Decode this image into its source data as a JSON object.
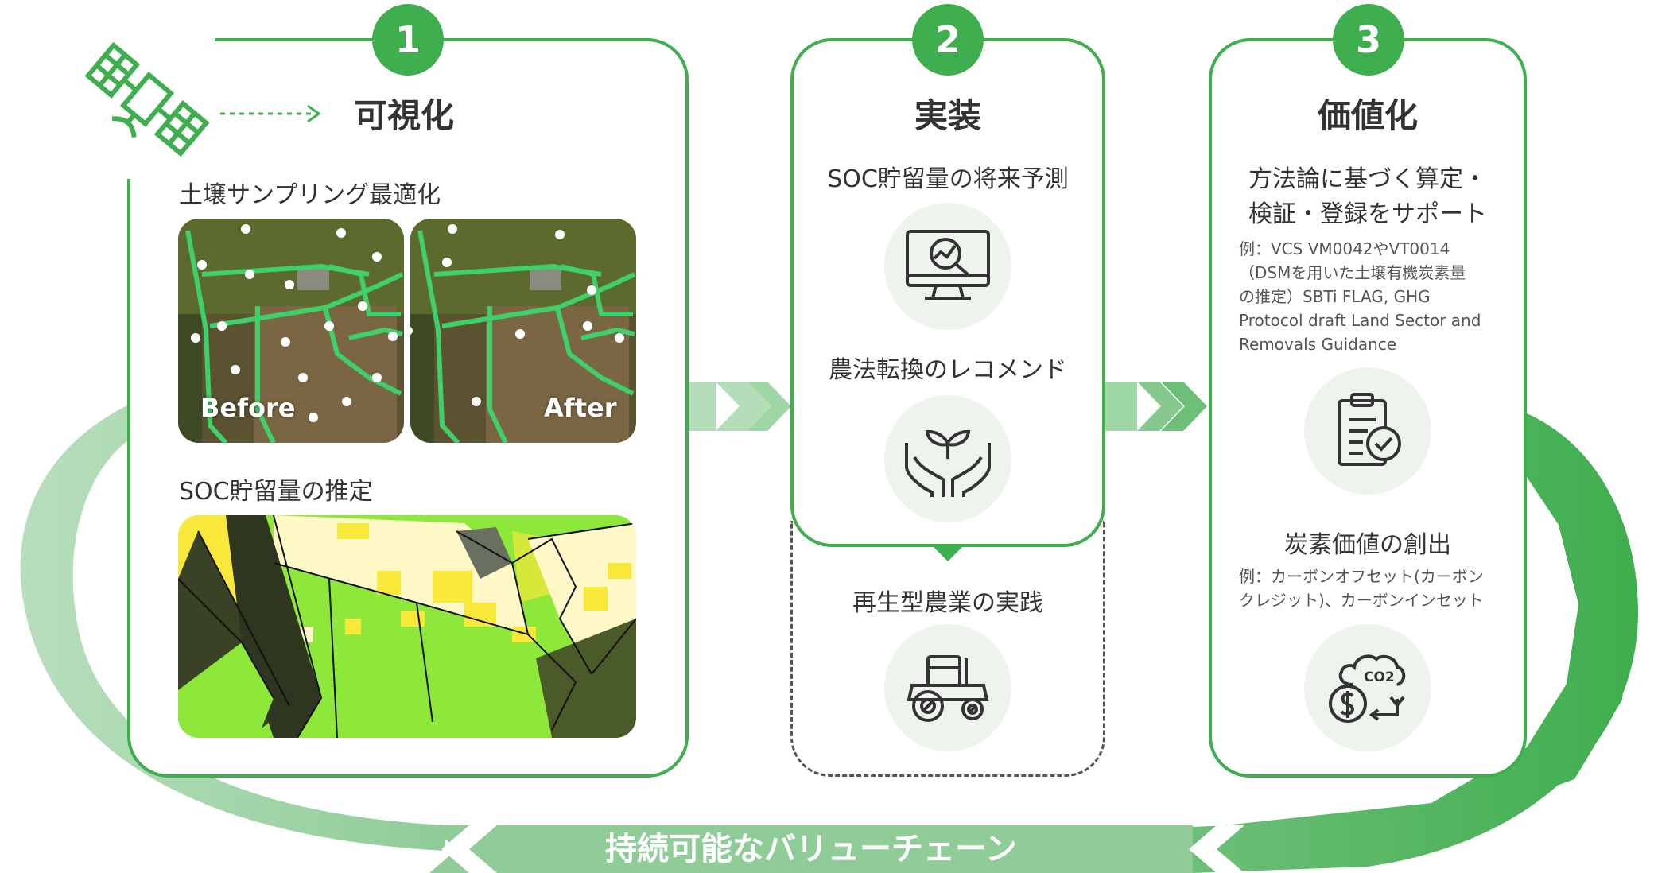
{
  "steps": [
    {
      "number": "1",
      "title": "可視化"
    },
    {
      "number": "2",
      "title": "実装"
    },
    {
      "number": "3",
      "title": "価値化"
    }
  ],
  "step1": {
    "sampling_label": "土壌サンプリング最適化",
    "before_label": "Before",
    "after_label": "After",
    "soc_label": "SOC貯留量の推定"
  },
  "step2": {
    "forecast_label": "SOC貯留量の将来予測",
    "recommend_label": "農法転換のレコメンド",
    "practice_label": "再生型農業の実践"
  },
  "step3": {
    "support_line1": "方法論に基づく算定・",
    "support_line2": "検証・登録をサポート",
    "example1_line1": "例：VCS VM0042やVT0014",
    "example1_line2": "（DSMを用いた土壌有機炭素量",
    "example1_line3": "の推定）SBTi FLAG, GHG",
    "example1_line4": "Protocol draft Land Sector and",
    "example1_line5": "Removals Guidance",
    "credit_label": "炭素価値の創出",
    "example2_line1": "例：カーボンオフセット(カーボン",
    "example2_line2": "クレジット)、カーボンインセット",
    "co2_label": "CO2"
  },
  "footer": {
    "loop_label": "持続可能なバリューチェーン"
  },
  "colors": {
    "accent": "#3fae4e",
    "light_green": "#9fd6a6",
    "icon_bg": "#eef3ee"
  },
  "icons": [
    "satellite-icon",
    "monitor-analytics-icon",
    "hands-sprout-icon",
    "tractor-icon",
    "clipboard-check-icon",
    "co2-money-cycle-icon"
  ]
}
